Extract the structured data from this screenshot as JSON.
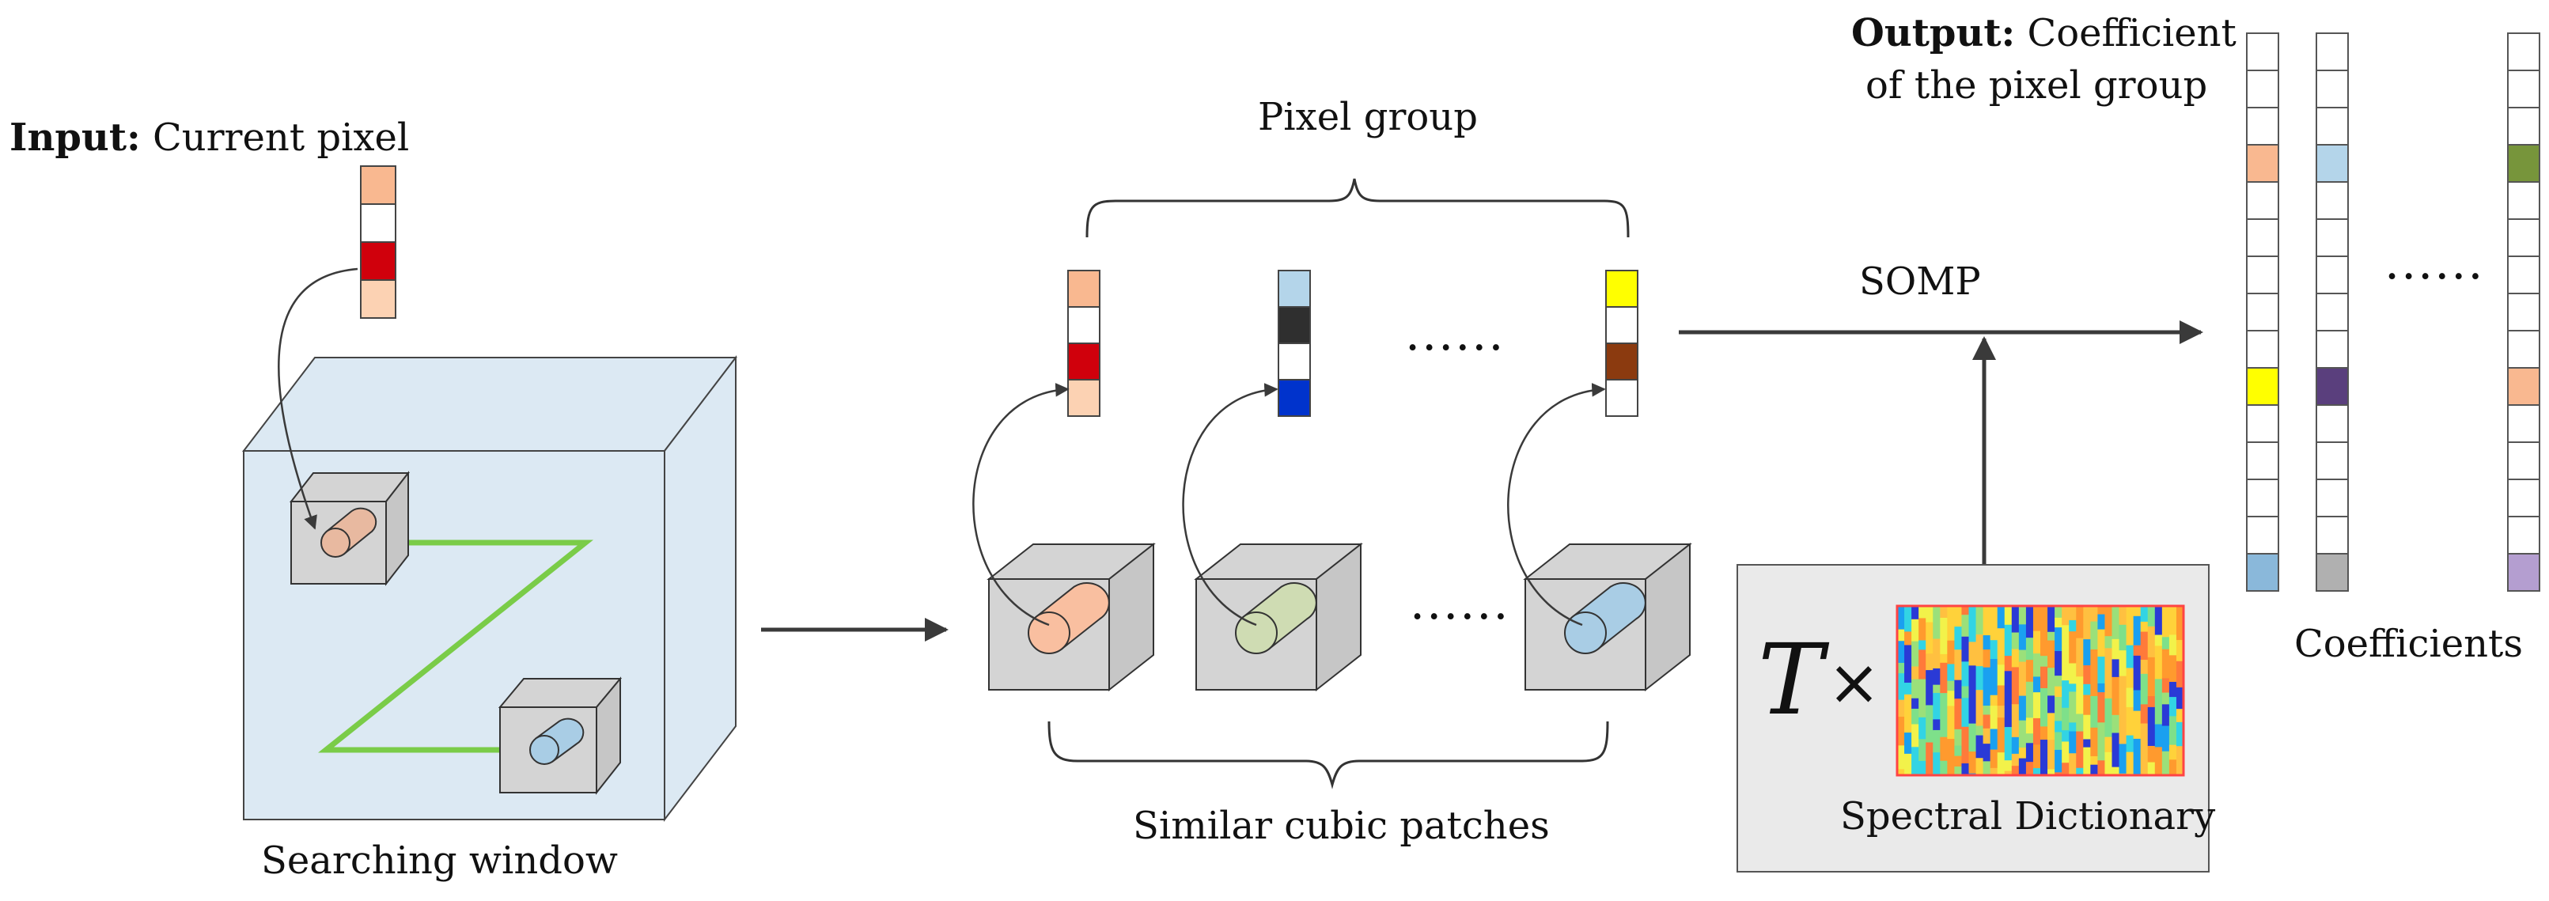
{
  "labels": {
    "input_bold": "Input:",
    "input_text": " Current pixel",
    "searching_window": "Searching window",
    "pixel_group": "Pixel group",
    "similar_patches": "Similar cubic patches",
    "somp": "SOMP",
    "output_bold": "Output:",
    "output_line1": " Coefficient",
    "output_line2": "of the pixel group",
    "coefficients": "Coefficients",
    "spectral_dictionary": "Spectral Dictionary",
    "t_symbol": "T",
    "times_symbol": "×",
    "ellipsis": "......"
  },
  "colors": {
    "window_fill": "#dce9f3",
    "path_line": "#7acc48",
    "cube_fill": "#d4d4d4",
    "arrow": "#3a3a3a",
    "dict_box": "#eaeaea",
    "dict_border": "#ff4444"
  },
  "input_vector": [
    "#f9b890",
    "#ffffff",
    "#d0000c",
    "#fcd2b3"
  ],
  "group_vectors": [
    [
      "#f9b890",
      "#ffffff",
      "#d0000c",
      "#fcd2b3"
    ],
    [
      "#b4d5ea",
      "#2f2f2f",
      "#ffffff",
      "#0033cc"
    ],
    [
      "#ffff00",
      "#ffffff",
      "#8b3a0f",
      "#ffffff"
    ]
  ],
  "patch_cylinder_colors": [
    "#f9bfa0",
    "#cfdcb3",
    "#a9cde5"
  ],
  "window_cylinder_colors": [
    "#e8b9a0",
    "#a9cde5"
  ],
  "coefficient_columns": [
    {
      "cells": 15,
      "highlights": [
        {
          "index": 3,
          "color": "#f9b890"
        },
        {
          "index": 9,
          "color": "#ffff00"
        },
        {
          "index": 14,
          "color": "#8ab8da"
        }
      ]
    },
    {
      "cells": 15,
      "highlights": [
        {
          "index": 3,
          "color": "#b4d5ea"
        },
        {
          "index": 9,
          "color": "#5a3f7d"
        },
        {
          "index": 14,
          "color": "#b0b0b0"
        }
      ]
    },
    {
      "cells": 15,
      "highlights": [
        {
          "index": 3,
          "color": "#77953b"
        },
        {
          "index": 9,
          "color": "#f9b890"
        },
        {
          "index": 14,
          "color": "#b49ed0"
        }
      ]
    }
  ],
  "dictionary_palette": [
    "#ff9a2e",
    "#ffd23a",
    "#f2f24a",
    "#9be07a",
    "#32d4e4",
    "#1aa0f0",
    "#ff7a3a",
    "#ffc040",
    "#7ee08a",
    "#2a3ad6"
  ]
}
